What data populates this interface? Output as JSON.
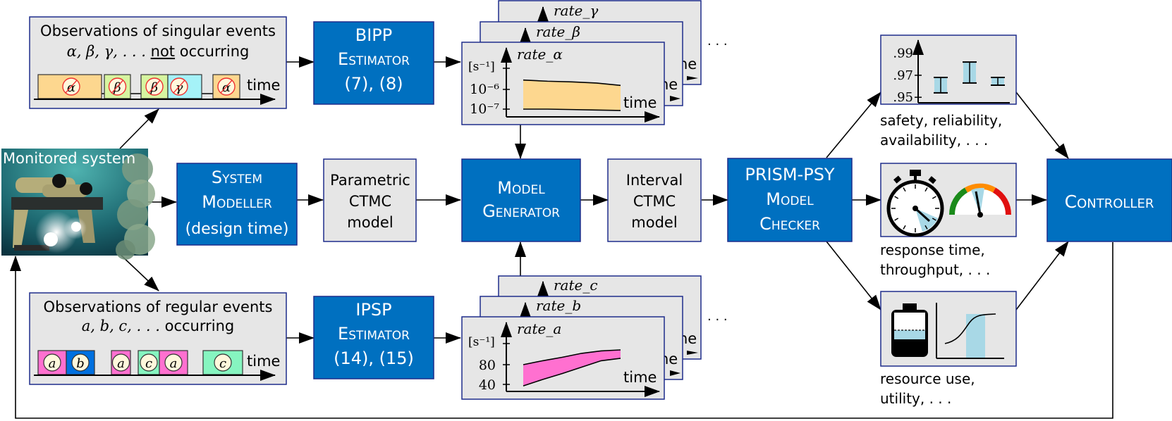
{
  "colors": {
    "blue_box": "#0070c0",
    "blue_border": "#1f2d8c",
    "gray_box": "#e6e6e6",
    "orange_event": "#fdd78f",
    "green_event": "#d7f5a0",
    "cyan_event": "#a5f2f8",
    "pink_event": "#ff70d0",
    "blue_event": "#0070e0",
    "mint_event": "#86f5c0",
    "rate_alpha_fill": "#fdd78f",
    "rate_a_fill": "#ff70d0",
    "light_blue": "#a8d8e6",
    "gauge_green": "#1a8a1a",
    "gauge_orange": "#ff8c00",
    "gauge_red": "#e01010"
  },
  "monitored_system": {
    "label": "Monitored system",
    "image_description": "underwater robot near coral"
  },
  "singular_events": {
    "title": "Observations of singular events",
    "subtitle_math": "α, β, γ, . . .",
    "subtitle_underlined": "not",
    "subtitle_rest": "occurring",
    "axis_label": "time",
    "events": [
      {
        "symbol": "α",
        "color": "orange"
      },
      {
        "symbol": "β",
        "color": "green"
      },
      {
        "symbol": "β",
        "color": "green"
      },
      {
        "symbol": "γ",
        "color": "cyan"
      },
      {
        "symbol": "α",
        "color": "orange"
      }
    ]
  },
  "regular_events": {
    "title": "Observations of regular events",
    "subtitle_math": "a, b, c, . . .",
    "subtitle_rest": "occurring",
    "axis_label": "time",
    "events": [
      {
        "symbol": "a",
        "color": "pink"
      },
      {
        "symbol": "b",
        "color": "blue"
      },
      {
        "symbol": "a",
        "color": "pink"
      },
      {
        "symbol": "c",
        "color": "mint"
      },
      {
        "symbol": "a",
        "color": "pink"
      },
      {
        "symbol": "c",
        "color": "mint"
      }
    ]
  },
  "bipp": {
    "line1": "BIPP",
    "line2": "Estimator",
    "line3": "(7), (8)"
  },
  "ipsp": {
    "line1": "IPSP",
    "line2": "Estimator",
    "line3": "(14), (15)"
  },
  "system_modeller": {
    "line1": "System",
    "line2": "Modeller",
    "line3": "(design time)"
  },
  "parametric_ctmc": {
    "line1": "Parametric",
    "line2": "CTMC",
    "line3": "model"
  },
  "model_generator": {
    "line1": "Model",
    "line2": "Generator"
  },
  "interval_ctmc": {
    "line1": "Interval",
    "line2": "CTMC",
    "line3": "model"
  },
  "prism": {
    "line1": "PRISM-PSY",
    "line2": "Model",
    "line3": "Checker"
  },
  "controller": {
    "label": "Controller"
  },
  "ellipsis": ". . .",
  "chart_data": [
    {
      "type": "area",
      "title": "rate_α",
      "back_titles": [
        "rate_γ",
        "rate_β"
      ],
      "ylabel": "[s⁻¹]",
      "xlabel": "time",
      "yticks": [
        "10⁻⁶",
        "10⁻⁷"
      ],
      "y_scale": "log",
      "upper": [
        3e-06,
        2.6e-06,
        2.4e-06,
        2.1e-06,
        1.6e-06
      ],
      "lower": [
        1e-07,
        1e-07,
        9.5e-08,
        9e-08,
        8.5e-08
      ],
      "fill": "rate_alpha_fill"
    },
    {
      "type": "area",
      "title": "rate_a",
      "back_titles": [
        "rate_c",
        "rate_b"
      ],
      "ylabel": "[s⁻¹]",
      "xlabel": "time",
      "yticks": [
        "80",
        "40"
      ],
      "y_scale": "linear",
      "upper": [
        80,
        88,
        95,
        103,
        108,
        110
      ],
      "lower": [
        37,
        50,
        62,
        75,
        88,
        93
      ],
      "fill": "rate_a_fill"
    },
    {
      "type": "interval",
      "yticks": [
        ".99",
        ".97",
        ".95"
      ],
      "ylim": [
        0.945,
        1.0
      ],
      "intervals": [
        [
          0.954,
          0.968
        ],
        [
          0.963,
          0.982
        ],
        [
          0.961,
          0.968
        ]
      ],
      "caption": "safety, reliability, availability, . . ."
    }
  ],
  "performance": {
    "caption_line1": "response time,",
    "caption_line2": "throughput, . . ."
  },
  "resource": {
    "caption_line1": "resource use,",
    "caption_line2": "utility, . . .",
    "battery_level": 0.4
  },
  "safety": {
    "caption_line1": "safety, reliability,",
    "caption_line2": "availability, . . ."
  }
}
